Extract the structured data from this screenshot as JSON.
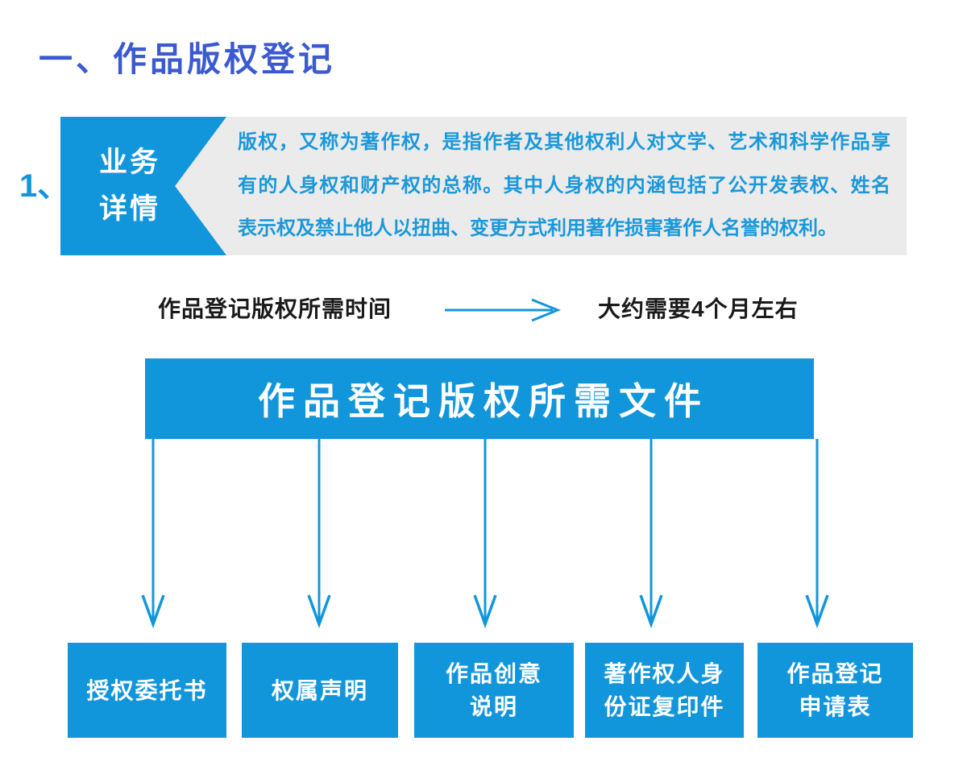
{
  "colors": {
    "azure": "#1296db",
    "title_blue": "#3c5ad0",
    "desc_text": "#1a98da",
    "gray_box": "#ebebeb",
    "text_dark": "#1a1a1a"
  },
  "header": {
    "title": "一、作品版权登记"
  },
  "section": {
    "index_label": "1、",
    "tag": {
      "line1": "业务",
      "line2": "详情"
    },
    "description": {
      "lines": [
        "版权，又称为著作权，是指作者及其他权利人对文学、艺术和科学作品享",
        "有的人身权和财产权的总称。其中人身权的内涵包括了公开发表权、姓名",
        "表示权及禁止他人以扭曲、变更方式利用著作损害著作人名誉的权利。"
      ]
    }
  },
  "timeline": {
    "label": "作品登记版权所需时间",
    "value": "大约需要4个月左右"
  },
  "documents": {
    "banner": "作品登记版权所需文件",
    "items": [
      {
        "label": "授权委托书"
      },
      {
        "label": "权属声明"
      },
      {
        "label": "作品创意\n说明"
      },
      {
        "label": "著作权人身\n份证复印件"
      },
      {
        "label": "作品登记\n申请表"
      }
    ]
  }
}
